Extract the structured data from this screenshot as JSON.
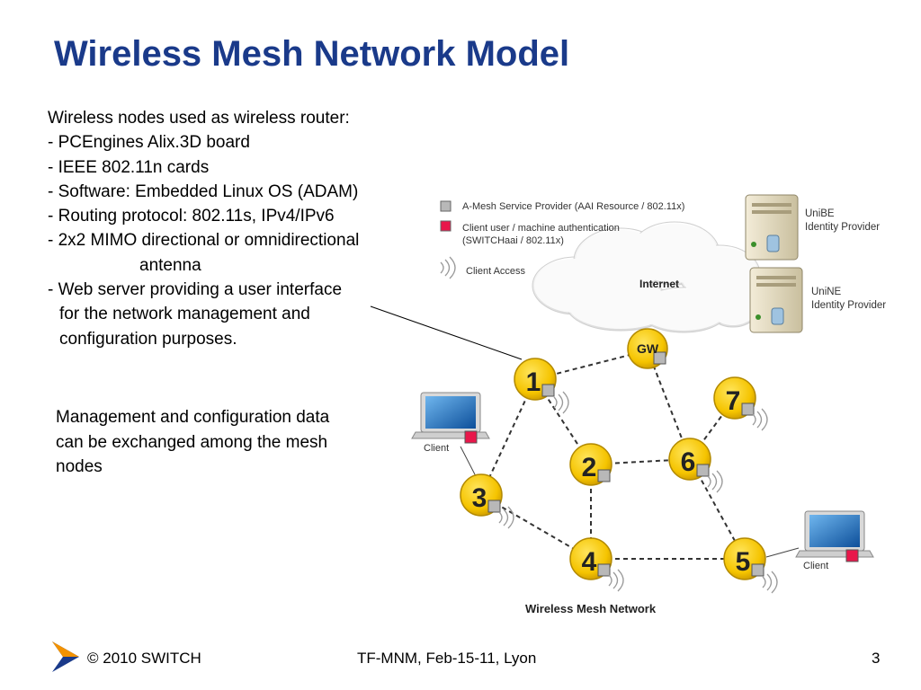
{
  "slide": {
    "title": "Wireless Mesh Network Model",
    "bullets": [
      "Wireless nodes used as wireless router:",
      "- PCEngines Alix.3D board",
      "- IEEE 802.11n cards",
      "- Software: Embedded Linux OS (ADAM)",
      "- Routing protocol: 802.11s, IPv4/IPv6",
      "- 2x2 MIMO directional or omnidirectional",
      "antenna",
      "- Web server providing a user interface",
      "for the network management  and",
      "configuration purposes."
    ],
    "mgmt": [
      "Management and configuration data",
      "can be exchanged among the mesh",
      "nodes"
    ]
  },
  "legend": {
    "provider": "A-Mesh Service Provider (AAI Resource / 802.11x)",
    "auth_line1": "Client user / machine authentication",
    "auth_line2": "(SWITCHaai / 802.11x)",
    "access": "Client Access"
  },
  "diagram": {
    "internet": "Internet",
    "server1_line1": "UniBE",
    "server1_line2": "Identity Provider",
    "server2_line1": "UniNE",
    "server2_line2": "Identity Provider",
    "gateway": "GW",
    "nodes": [
      "1",
      "2",
      "3",
      "4",
      "5",
      "6",
      "7"
    ],
    "client": "Client",
    "caption": "Wireless Mesh Network"
  },
  "colors": {
    "title": "#1a3a8a",
    "node_fill": "#f5c400",
    "auth_square": "#e8174a",
    "provider_square": "#b8b8b8"
  },
  "footer": {
    "copyright": "© 2010 SWITCH",
    "event": "TF-MNM, Feb-15-11, Lyon",
    "page": "3"
  }
}
